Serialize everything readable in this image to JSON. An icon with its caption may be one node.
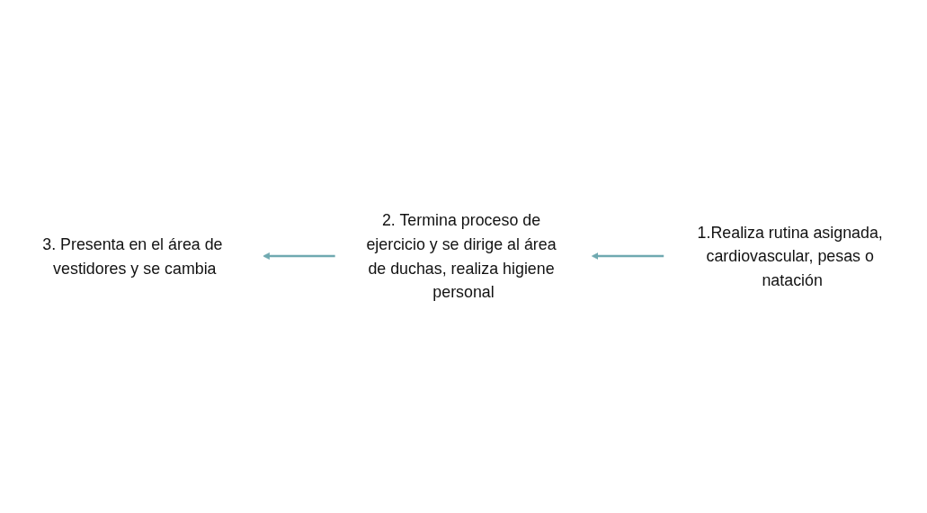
{
  "diagram": {
    "nodes": [
      {
        "text": [
          "1.Realiza rutina asignada, cardiovascular, pesas o natación"
        ]
      },
      {
        "text": [
          "2. Termina proceso de ejercicio y se dirige al área de duchas, realiza higiene personal"
        ]
      },
      {
        "text": [
          "3. Presenta en el área de vestidores y se cambia"
        ]
      }
    ],
    "edges": [
      {
        "from": 0,
        "to": 1,
        "arrow": "to"
      },
      {
        "from": 1,
        "to": 2,
        "arrow": "to"
      }
    ]
  }
}
